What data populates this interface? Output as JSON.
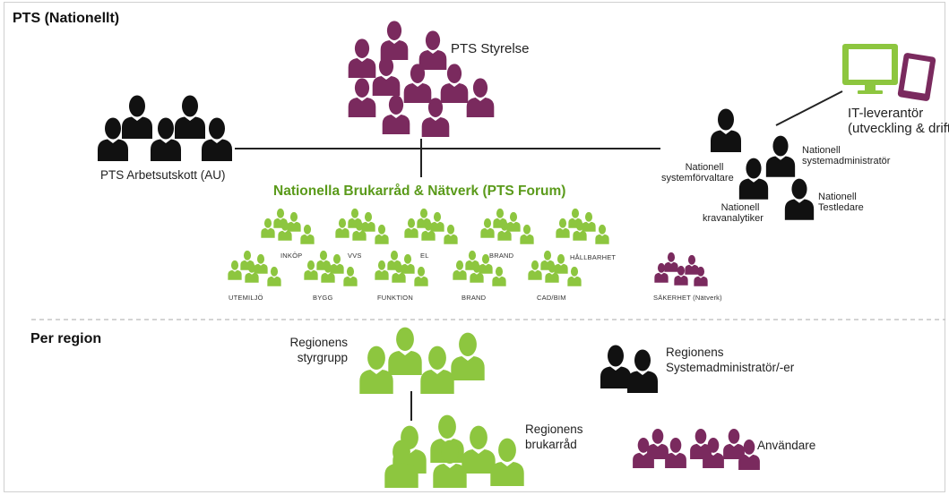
{
  "sections": {
    "national": "PTS (Nationellt)",
    "region": "Per region"
  },
  "nodes": {
    "styrelse": "PTS Styrelse",
    "au": "PTS Arbetsutskott (AU)",
    "it_line1": "IT-leverantör",
    "it_line2": "(utveckling & drift)",
    "forum": "Nationella Brukarråd & Nätverk (PTS Forum)",
    "sysforv_1": "Nationell",
    "sysforv_2": "systemförvaltare",
    "sysadm_1": "Nationell",
    "sysadm_2": "systemadministratör",
    "krav_1": "Nationell",
    "krav_2": "kravanalytiker",
    "test_1": "Nationell",
    "test_2": "Testledare"
  },
  "forum_groups": {
    "inkop": "INKÖP",
    "vvs": "VVS",
    "el": "EL",
    "brand_top": "BRAND",
    "hallbarhet": "HÅLLBARHET",
    "utemiljo": "UTEMILJÖ",
    "bygg": "BYGG",
    "funktion": "FUNKTION",
    "brand_bottom": "BRAND",
    "cad_bim": "CAD/BIM",
    "sakerhet": "SÄKERHET (Nätverk)"
  },
  "region": {
    "styrgrupp_1": "Regionens",
    "styrgrupp_2": "styrgrupp",
    "brukarrad_1": "Regionens",
    "brukarrad_2": "brukarråd",
    "sysadm_1": "Regionens",
    "sysadm_2": "Systemadministratör/-er",
    "anvandare": "Användare"
  },
  "colors": {
    "purple": "#7a2a5e",
    "green": "#8dc63f",
    "black": "#111111",
    "line": "#222222",
    "divider": "#bbbbbb"
  }
}
